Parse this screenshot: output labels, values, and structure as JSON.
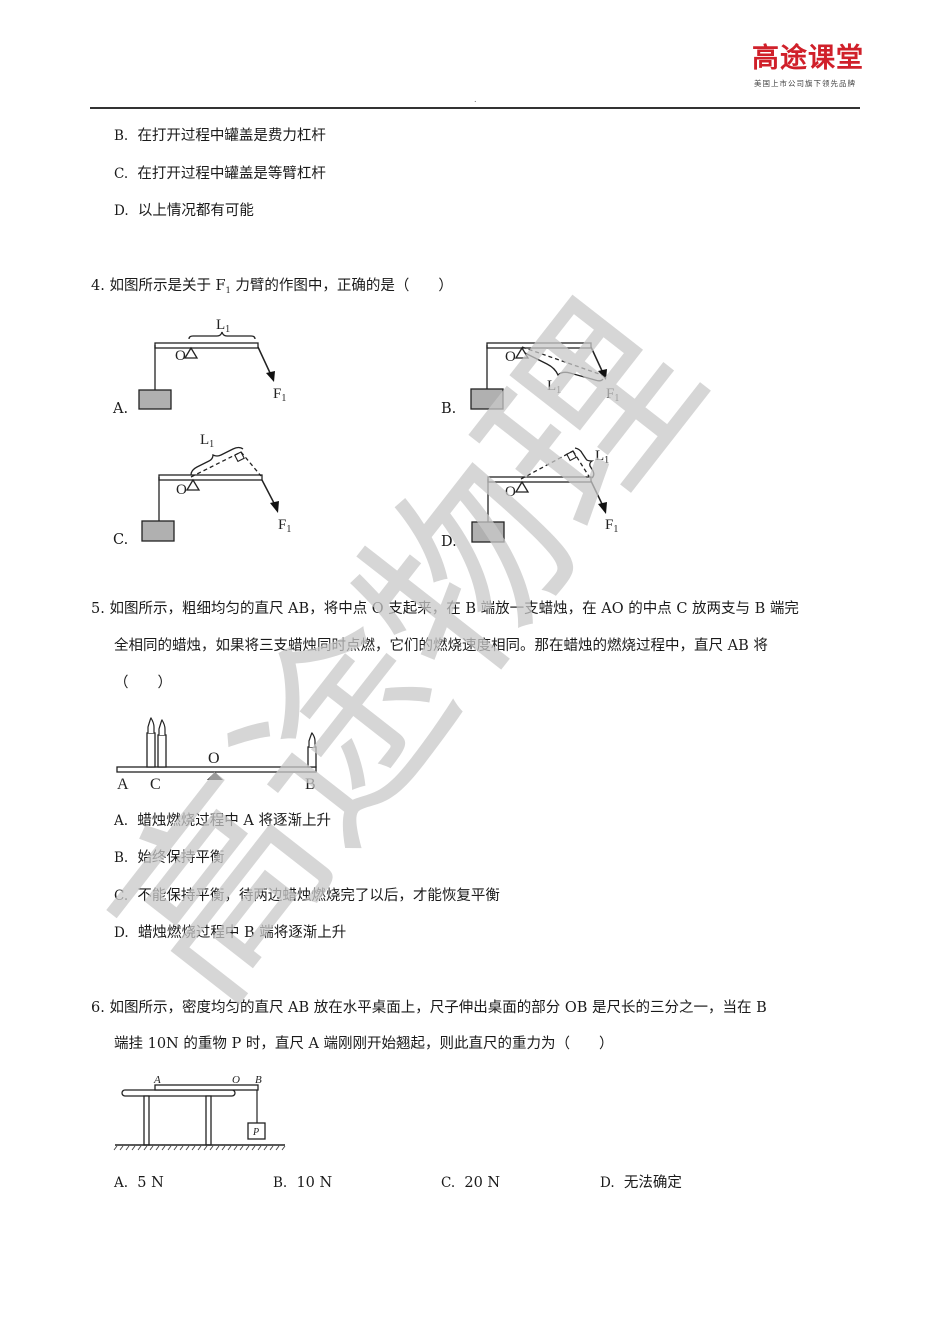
{
  "header": {
    "brand_name": "高途课堂",
    "brand_tagline": "美国上市公司旗下领先品牌",
    "center_mark": "."
  },
  "q3_options": [
    {
      "label": "B.",
      "text": "在打开过程中罐盖是费力杠杆"
    },
    {
      "label": "C.",
      "text": "在打开过程中罐盖是等臂杠杆"
    },
    {
      "label": "D.",
      "text": "以上情况都有可能"
    }
  ],
  "q4": {
    "number": "4.",
    "stem_before": "如图所示是关于 F",
    "stem_sub": "1",
    "stem_after": " 力臂的作图中，正确的是（　　）",
    "figures": [
      {
        "label": "A.",
        "pivot": "O",
        "arm": "L1",
        "force": "F1"
      },
      {
        "label": "B.",
        "pivot": "O",
        "arm": "L1",
        "force": "F1"
      },
      {
        "label": "C.",
        "pivot": "O",
        "arm": "L1",
        "force": "F1"
      },
      {
        "label": "D.",
        "pivot": "O",
        "arm": "L1",
        "force": "F1"
      }
    ]
  },
  "q5": {
    "number": "5.",
    "stem_lines": [
      "如图所示，粗细均匀的直尺 AB，将中点 O 支起来，在 B 端放一支蜡烛，在 AO 的中点 C 放两支与 B 端完",
      "全相同的蜡烛，如果将三支蜡烛同时点燃，它们的燃烧速度相同。那在蜡烛的燃烧过程中，直尺 AB 将",
      "（　　）"
    ],
    "figure_labels": {
      "a": "A",
      "c": "C",
      "o": "O",
      "b": "B"
    },
    "options": [
      {
        "label": "A.",
        "text": "蜡烛燃烧过程中 A 将逐渐上升"
      },
      {
        "label": "B.",
        "text": "始终保持平衡"
      },
      {
        "label": "C.",
        "text": "不能保持平衡，待两边蜡烛燃烧完了以后，才能恢复平衡"
      },
      {
        "label": "D.",
        "text": "蜡烛燃烧过程中 B 端将逐渐上升"
      }
    ]
  },
  "q6": {
    "number": "6.",
    "stem_lines": [
      "如图所示，密度均匀的直尺 AB 放在水平桌面上，尺子伸出桌面的部分 OB 是尺长的三分之一，当在 B",
      "端挂 10N 的重物 P 时，直尺 A 端刚刚开始翘起，则此直尺的重力为（　　）"
    ],
    "figure_labels": {
      "a": "A",
      "o": "O",
      "b": "B",
      "p": "P"
    },
    "options": [
      {
        "label": "A.",
        "text": "5 N"
      },
      {
        "label": "B.",
        "text": "10 N"
      },
      {
        "label": "C.",
        "text": "20 N"
      },
      {
        "label": "D.",
        "text": "无法确定"
      }
    ]
  },
  "watermark": {
    "text": "高途物理",
    "color": "#c8c8c8"
  }
}
